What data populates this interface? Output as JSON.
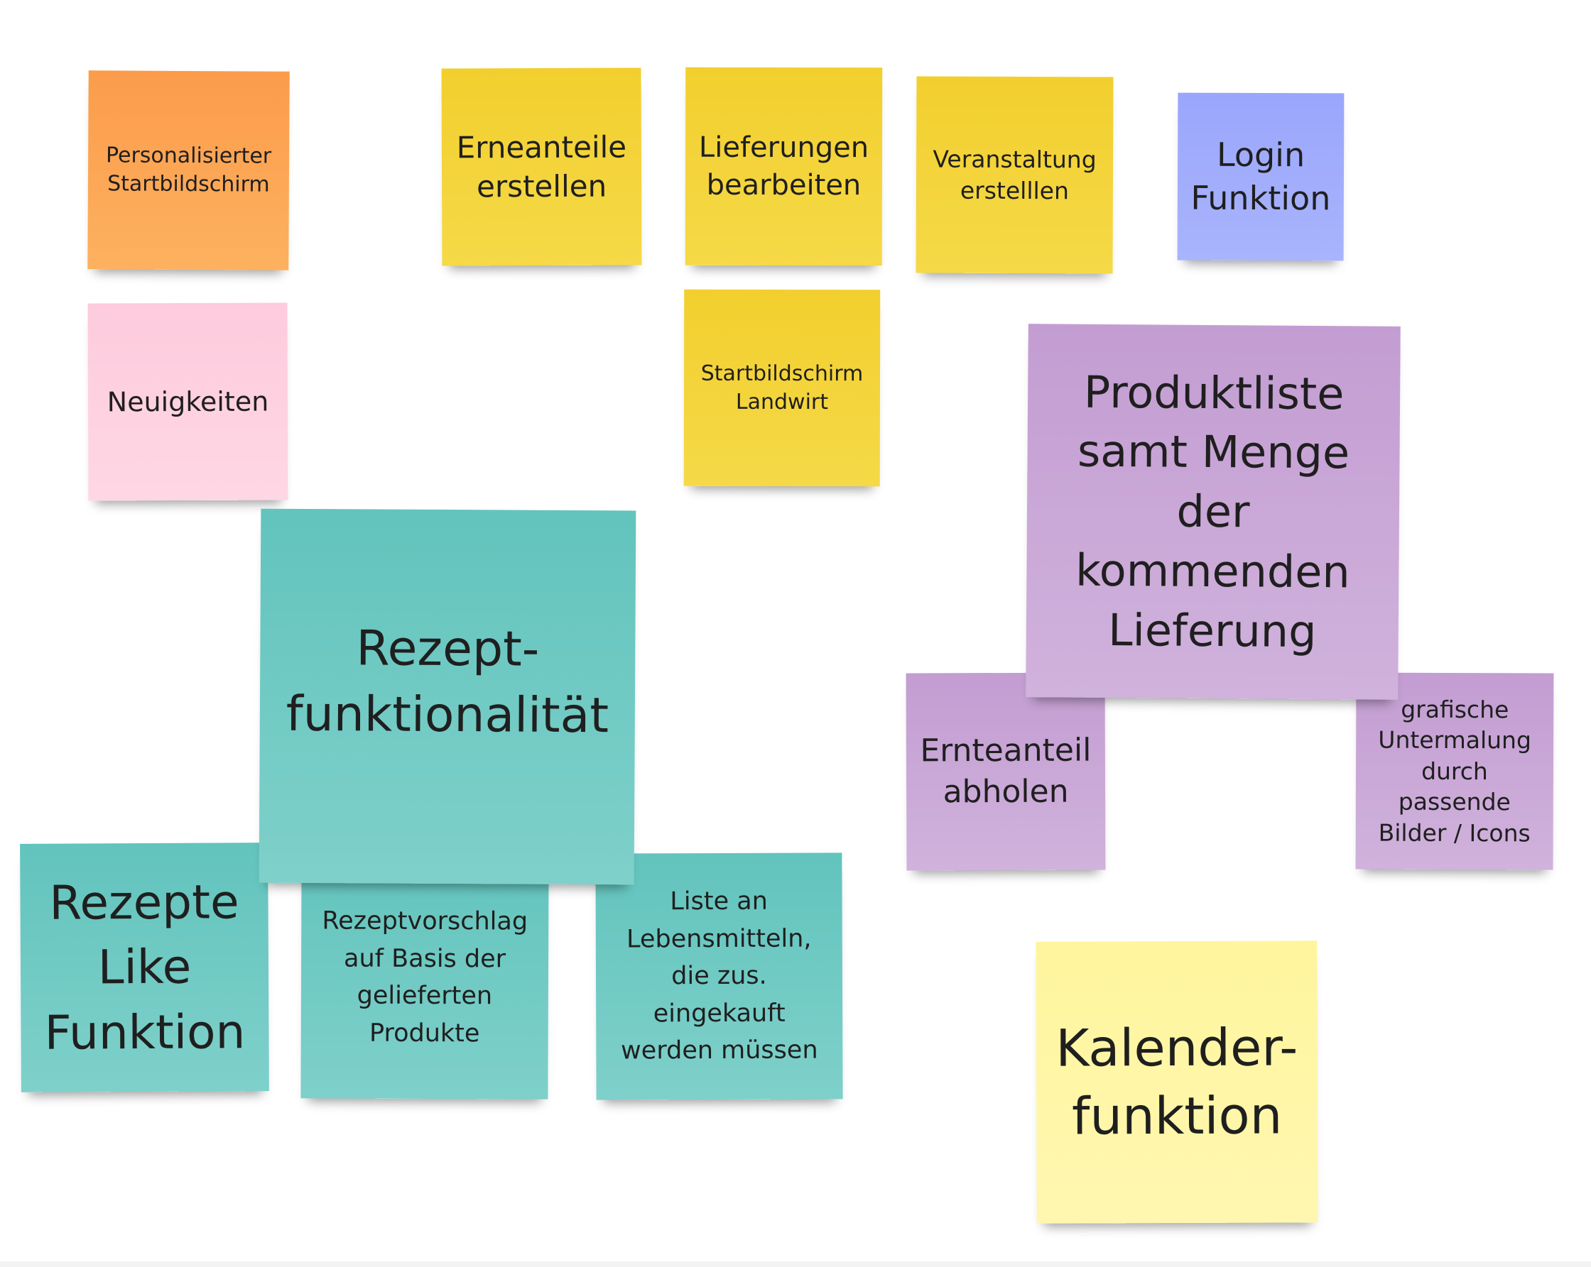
{
  "notes": {
    "personalisierter_startbildschirm": {
      "text": "Personalisierter Startbildschirm",
      "color": "#fb9c4b"
    },
    "erneanteile_erstellen": {
      "text": "Erneanteile erstellen",
      "color": "#f2cf2e"
    },
    "lieferungen_bearbeiten": {
      "text": "Lieferungen bearbeiten",
      "color": "#f2cf2e"
    },
    "veranstaltung_erstellen": {
      "text": "Veranstaltung erstelllen",
      "color": "#f2cf2e"
    },
    "login_funktion": {
      "text": "Login Funktion",
      "color": "#9aa6fb"
    },
    "neuigkeiten": {
      "text": "Neuigkeiten",
      "color": "#fdcbdd"
    },
    "startbildschirm_landwirt": {
      "text": "Startbildschirm Landwirt",
      "color": "#f2cf2e"
    },
    "produktliste": {
      "text": "Produktliste samt Menge der kommenden Lieferung",
      "color": "#c39dd2"
    },
    "ernteanteil_abholen": {
      "text": "Ernteanteil abholen",
      "color": "#c39dd2"
    },
    "grafische_untermalung": {
      "text": "grafische Untermalung durch passende Bilder / Icons",
      "color": "#c39dd2"
    },
    "rezept_funktionalitaet": {
      "text": "Rezept-funktionalität",
      "color": "#62c4bd"
    },
    "rezepte_like_funktion": {
      "text": "Rezepte Like Funktion",
      "color": "#62c4bd"
    },
    "rezeptvorschlag": {
      "text": "Rezeptvorschlag auf Basis der gelieferten Produkte",
      "color": "#62c4bd"
    },
    "liste_lebensmittel": {
      "text": "Liste an Lebensmitteln, die zus. eingekauft werden müssen",
      "color": "#62c4bd"
    },
    "kalenderfunktion": {
      "text": "Kalender-funktion",
      "color": "#fff59e"
    }
  }
}
